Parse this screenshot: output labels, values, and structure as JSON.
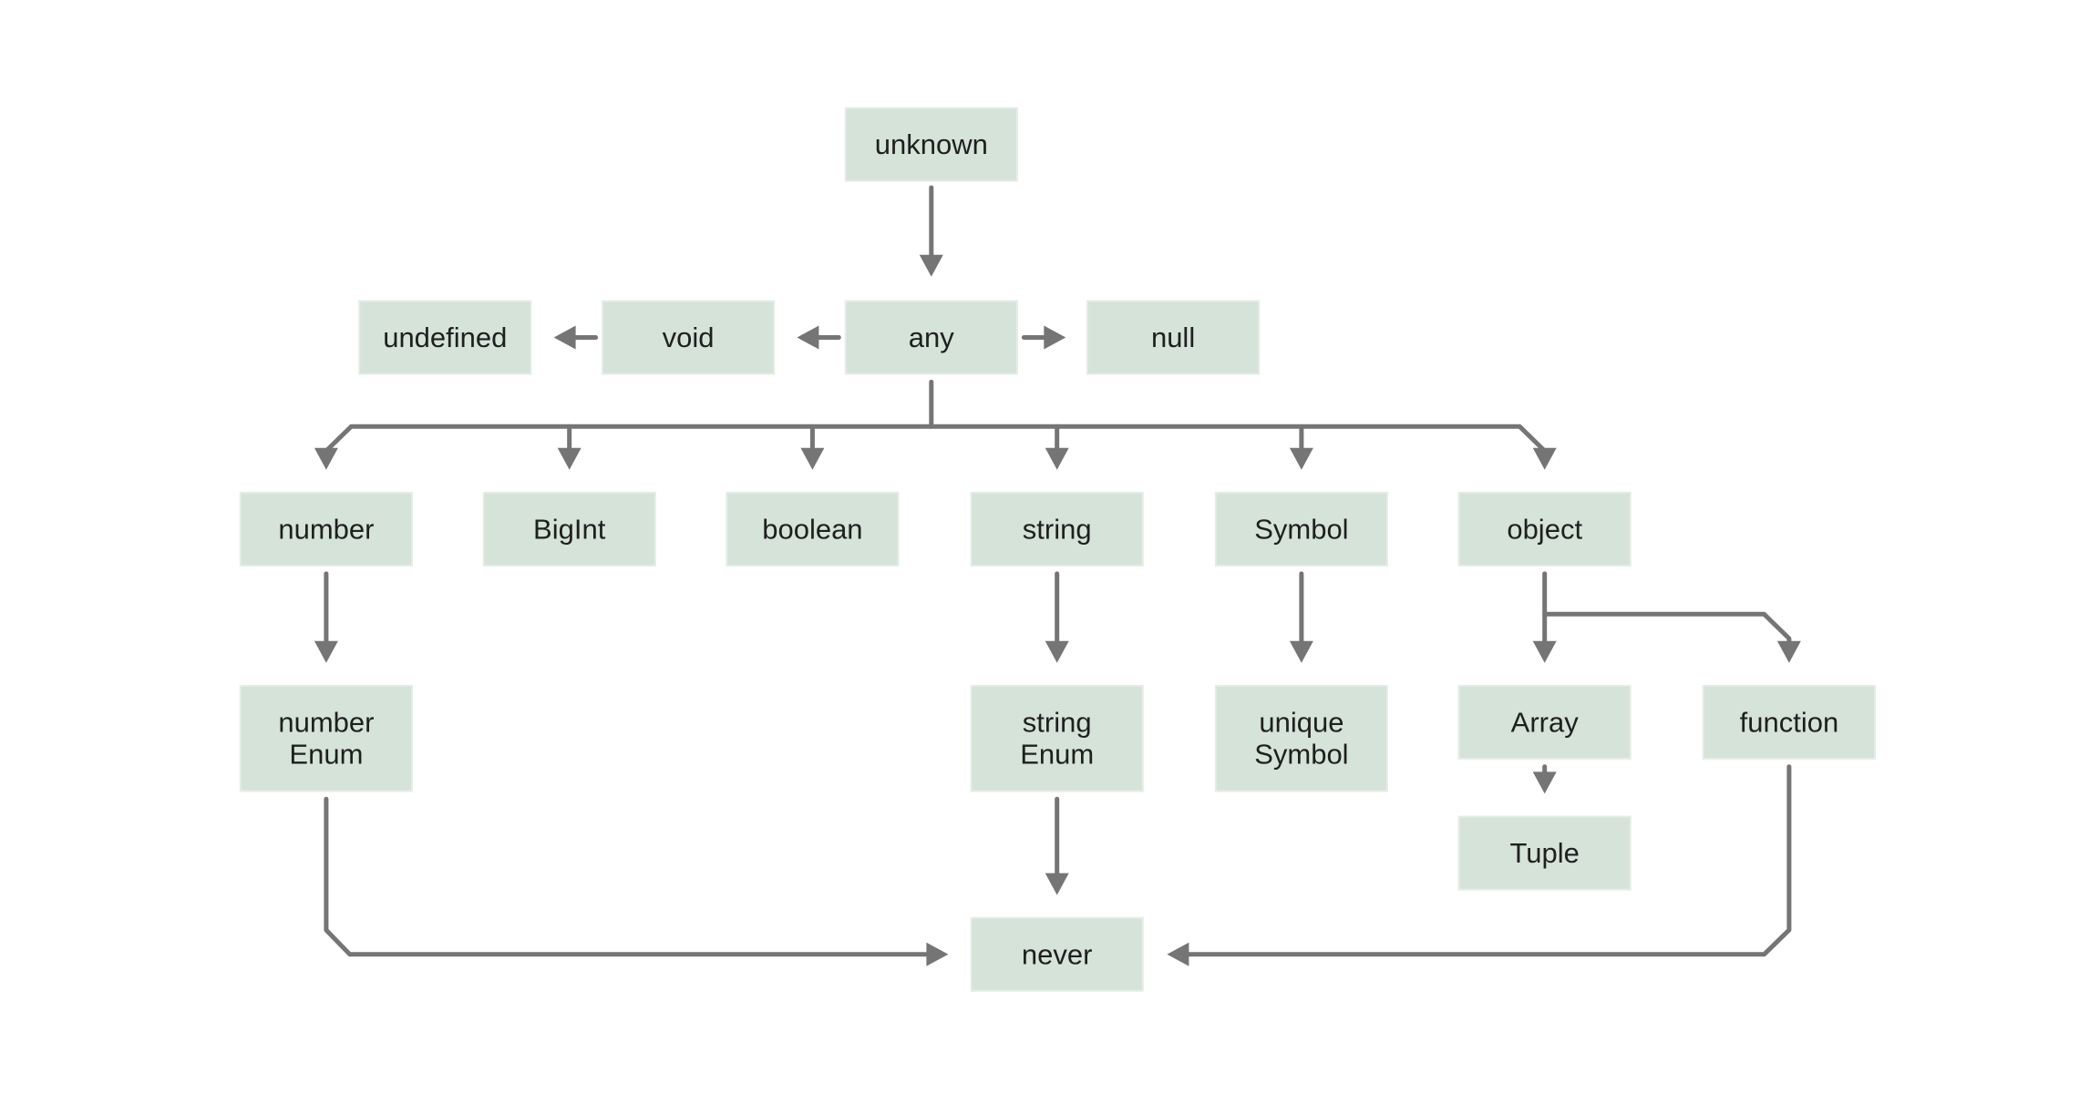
{
  "nodes": [
    {
      "id": "unknown",
      "lines": [
        "unknown"
      ]
    },
    {
      "id": "any",
      "lines": [
        "any"
      ]
    },
    {
      "id": "void",
      "lines": [
        "void"
      ]
    },
    {
      "id": "undefined",
      "lines": [
        "undefined"
      ]
    },
    {
      "id": "null",
      "lines": [
        "null"
      ]
    },
    {
      "id": "number",
      "lines": [
        "number"
      ]
    },
    {
      "id": "bigint",
      "lines": [
        "BigInt"
      ]
    },
    {
      "id": "boolean",
      "lines": [
        "boolean"
      ]
    },
    {
      "id": "string",
      "lines": [
        "string"
      ]
    },
    {
      "id": "symbol",
      "lines": [
        "Symbol"
      ]
    },
    {
      "id": "object",
      "lines": [
        "object"
      ]
    },
    {
      "id": "number-enum",
      "lines": [
        "number",
        "Enum"
      ]
    },
    {
      "id": "string-enum",
      "lines": [
        "string",
        "Enum"
      ]
    },
    {
      "id": "unique-symbol",
      "lines": [
        "unique",
        "Symbol"
      ]
    },
    {
      "id": "array",
      "lines": [
        "Array"
      ]
    },
    {
      "id": "function",
      "lines": [
        "function"
      ]
    },
    {
      "id": "tuple",
      "lines": [
        "Tuple"
      ]
    },
    {
      "id": "never",
      "lines": [
        "never"
      ]
    }
  ],
  "edges": [
    {
      "from": "unknown",
      "to": "any"
    },
    {
      "from": "any",
      "to": "void"
    },
    {
      "from": "void",
      "to": "undefined"
    },
    {
      "from": "any",
      "to": "null"
    },
    {
      "from": "any",
      "to": "number"
    },
    {
      "from": "any",
      "to": "bigint"
    },
    {
      "from": "any",
      "to": "boolean"
    },
    {
      "from": "any",
      "to": "string"
    },
    {
      "from": "any",
      "to": "symbol"
    },
    {
      "from": "any",
      "to": "object"
    },
    {
      "from": "number",
      "to": "number-enum"
    },
    {
      "from": "string",
      "to": "string-enum"
    },
    {
      "from": "symbol",
      "to": "unique-symbol"
    },
    {
      "from": "object",
      "to": "array"
    },
    {
      "from": "object",
      "to": "function"
    },
    {
      "from": "array",
      "to": "tuple"
    },
    {
      "from": "number-enum",
      "to": "never"
    },
    {
      "from": "string-enum",
      "to": "never"
    },
    {
      "from": "function",
      "to": "never"
    }
  ]
}
